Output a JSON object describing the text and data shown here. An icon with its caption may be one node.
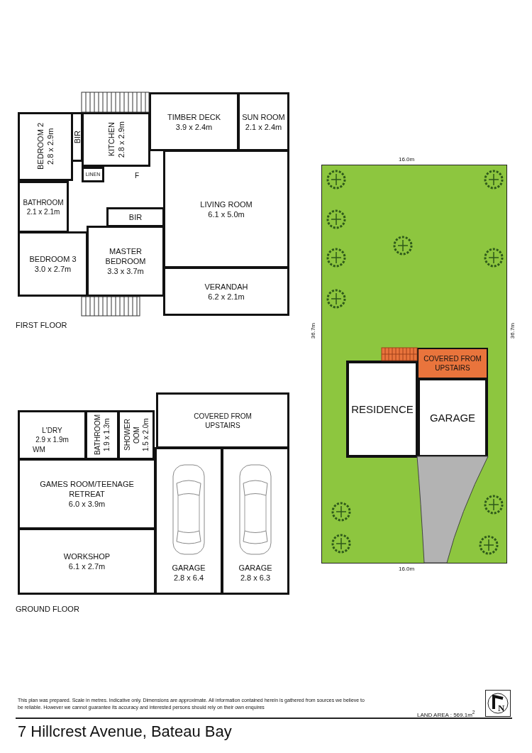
{
  "diagram": {
    "caption": "7 Hillcrest Avenue, Bateau Bay",
    "nodes": [
      {
        "text": [
          "BEDROOM 2",
          "2.8 x 2.9m"
        ]
      },
      {
        "text": [
          "BIR"
        ]
      },
      {
        "text": [
          "KITCHEN",
          "2.8 x 2.9m"
        ]
      },
      {
        "text": [
          "TIMBER DECK",
          "3.9 x 2.4m"
        ]
      },
      {
        "text": [
          "SUN ROOM",
          "2.1 x 2.4m"
        ]
      },
      {
        "text": [
          "LINEN"
        ]
      },
      {
        "text": [
          "BATHROOM",
          "2.1 x 2.1m"
        ]
      },
      {
        "text": [
          "LIVING ROOM",
          "6.1 x 5.0m"
        ]
      },
      {
        "text": [
          "BIR"
        ]
      },
      {
        "text": [
          "MASTER BEDROOM",
          "3.3 x 3.7m"
        ]
      },
      {
        "text": [
          "BEDROOM 3",
          "3.0 x 2.7m"
        ]
      },
      {
        "text": [
          "VERANDAH",
          "6.2 x 2.1m"
        ]
      },
      {
        "text": [
          "L'DRY",
          "2.9 x 1.9m"
        ]
      },
      {
        "text": [
          "BATHROOM",
          "1.9 x 1.3m"
        ]
      },
      {
        "text": [
          "SHOWER OOM",
          "1.5 x 2.0m"
        ]
      },
      {
        "text": [
          "COVERED FROM UPSTAIRS"
        ]
      },
      {
        "text": [
          "GAMES ROOM/TEENAGE RETREAT",
          "6.0 x 3.9m"
        ]
      },
      {
        "text": [
          "WORKSHOP",
          "6.1 x 2.7m"
        ]
      },
      {
        "text": [
          "GARAGE",
          "2.8 x 6.4"
        ]
      },
      {
        "text": [
          "GARAGE",
          "2.8 x 6.3"
        ]
      },
      {
        "text": [],
        "shape": "box"
      },
      {
        "text": [
          "RESIDENCE"
        ],
        "in": 20
      },
      {
        "text": [
          "COVERED FROM UPSTAIRS"
        ],
        "in": 20
      },
      {
        "text": [
          "GARAGE"
        ],
        "in": 20
      }
    ],
    "labels": [
      "FIRST FLOOR",
      "F",
      "16.0m",
      "36.7m",
      "36.7m",
      "WM",
      "GROUND FLOOR",
      "16.0m",
      "This plan was prepared. Scale in metres. Indicative only. Dimensions are approximate. All information contained herein is gathered from sources we believe to be reliable. However we cannot guarantee its accuracy and interested persons should rely on their own enquires",
      "LAND AREA : 569.1m$^{2}$",
      "N"
    ]
  }
}
